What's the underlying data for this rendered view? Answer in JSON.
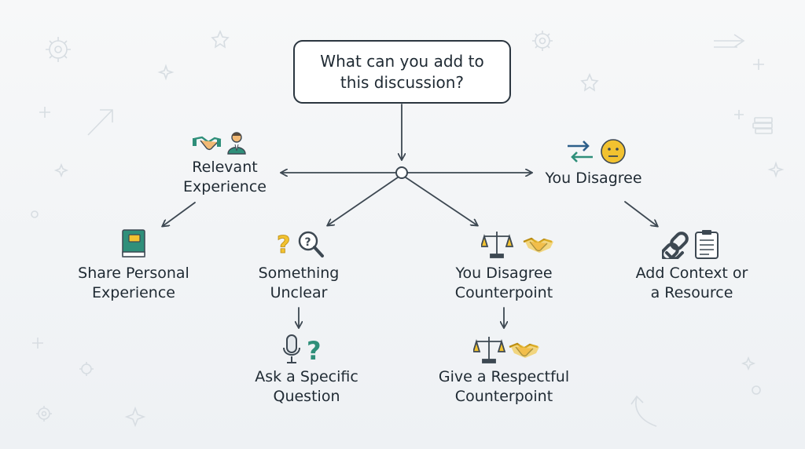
{
  "root": {
    "line1": "What can you add to",
    "line2": "this discussion?"
  },
  "nodes": {
    "relevant_experience": {
      "line1": "Relevant",
      "line2": "Experience"
    },
    "you_disagree": {
      "line1": "You Disagree"
    },
    "share_personal_experience": {
      "line1": "Share Personal",
      "line2": "Experience"
    },
    "something_unclear": {
      "line1": "Something",
      "line2": "Unclear"
    },
    "you_disagree_counterpoint": {
      "line1": "You Disagree",
      "line2": "Counterpoint"
    },
    "add_context_or_resource": {
      "line1": "Add Context or",
      "line2": "a Resource"
    },
    "ask_specific_question": {
      "line1": "Ask a Specific",
      "line2": "Question"
    },
    "give_respectful_counterpoint": {
      "line1": "Give a Respectful",
      "line2": "Counterpoint"
    }
  },
  "icons": {
    "relevant_experience": [
      "handshake-icon",
      "person-icon"
    ],
    "you_disagree": [
      "swap-arrows-icon",
      "neutral-face-icon"
    ],
    "share_personal_experience": [
      "book-icon"
    ],
    "something_unclear": [
      "question-mark-icon",
      "magnifier-icon"
    ],
    "you_disagree_counterpoint": [
      "scales-icon",
      "handshake-icon"
    ],
    "add_context_or_resource": [
      "chain-link-icon",
      "clipboard-icon"
    ],
    "ask_specific_question": [
      "microphone-icon",
      "question-mark-icon"
    ],
    "give_respectful_counterpoint": [
      "scales-icon",
      "handshake-icon"
    ]
  },
  "colors": {
    "text": "#1f2a33",
    "line": "#3d4852",
    "green": "#2f8f7a",
    "yellow": "#f2c230",
    "skin": "#f2b974",
    "background": "#f3f5f7"
  }
}
